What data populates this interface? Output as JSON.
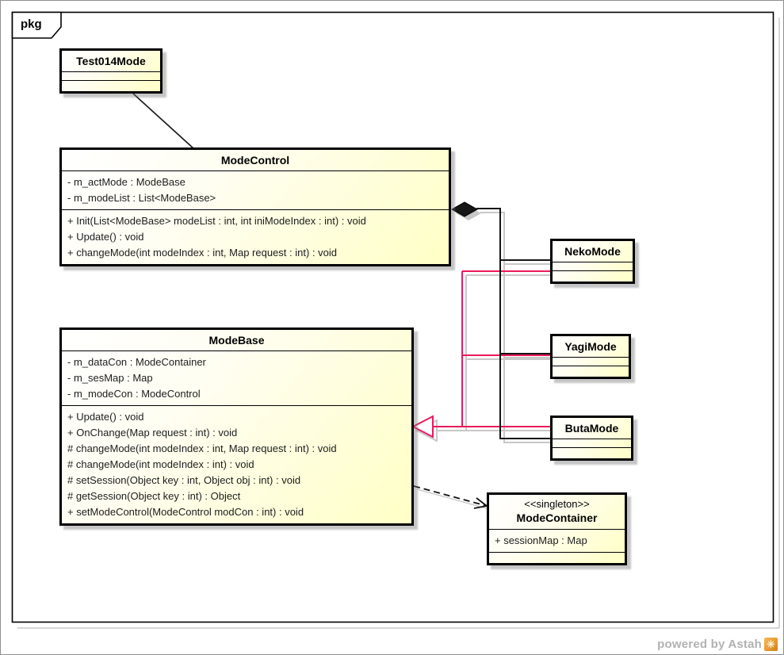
{
  "frame": {
    "tab_label": "pkg"
  },
  "watermark": {
    "text": "powered by Astah",
    "logo_glyph": "✳"
  },
  "colors": {
    "class_fill": "#ffffc6",
    "class_border": "#000000",
    "selection_pink": "#ec1a5c",
    "shadow_gray": "#c7c7c7",
    "watermark_gray": "#b2b2b2",
    "logo_orange": "#e89a2e"
  },
  "classes": {
    "test014mode": {
      "name": "Test014Mode",
      "attributes": [],
      "methods": []
    },
    "modecontrol": {
      "name": "ModeControl",
      "attributes": [
        "- m_actMode : ModeBase",
        "- m_modeList : List<ModeBase>"
      ],
      "methods": [
        "+ Init(List<ModeBase> modeList : int, int iniModeIndex : int) : void",
        "+ Update() : void",
        "+ changeMode(int modeIndex : int, Map request : int) : void"
      ]
    },
    "modebase": {
      "name": "ModeBase",
      "attributes": [
        "- m_dataCon : ModeContainer",
        "- m_sesMap : Map",
        "- m_modeCon : ModeControl"
      ],
      "methods": [
        "+ Update() : void",
        "+ OnChange(Map request : int) : void",
        "# changeMode(int modeIndex : int, Map request : int) : void",
        "# changeMode(int modeIndex : int) : void",
        "# setSession(Object key : int, Object obj : int) : void",
        "# getSession(Object key : int) : Object",
        "+ setModeControl(ModeControl modCon : int) : void"
      ]
    },
    "nekomode": {
      "name": "NekoMode",
      "attributes": [],
      "methods": []
    },
    "yagimode": {
      "name": "YagiMode",
      "attributes": [],
      "methods": []
    },
    "butamode": {
      "name": "ButaMode",
      "attributes": [],
      "methods": []
    },
    "modecontainer": {
      "stereotype": "<<singleton>>",
      "name": "ModeContainer",
      "attributes": [
        "+ sessionMap : Map"
      ],
      "methods": []
    }
  },
  "relationships": [
    {
      "type": "association",
      "from": "Test014Mode",
      "to": "ModeControl"
    },
    {
      "type": "composition",
      "from": "ModeControl",
      "to": "NekoMode"
    },
    {
      "type": "composition",
      "from": "ModeControl",
      "to": "YagiMode"
    },
    {
      "type": "composition",
      "from": "ModeControl",
      "to": "ButaMode"
    },
    {
      "type": "generalization",
      "from": "NekoMode",
      "to": "ModeBase"
    },
    {
      "type": "generalization",
      "from": "YagiMode",
      "to": "ModeBase"
    },
    {
      "type": "generalization",
      "from": "ButaMode",
      "to": "ModeBase"
    },
    {
      "type": "dependency",
      "from": "ModeBase",
      "to": "ModeContainer"
    }
  ]
}
